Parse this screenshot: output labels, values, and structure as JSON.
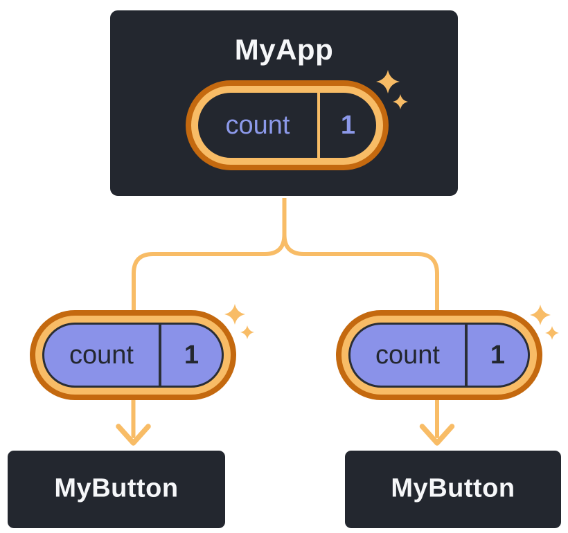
{
  "diagram": {
    "description": "React state tree: parent component holding state passed to two children",
    "root": {
      "title": "MyApp",
      "state": {
        "label": "count",
        "value": "1"
      }
    },
    "children": [
      {
        "title": "MyButton",
        "state": {
          "label": "count",
          "value": "1"
        }
      },
      {
        "title": "MyButton",
        "state": {
          "label": "count",
          "value": "1"
        }
      }
    ],
    "icons": [
      "sparkle-icon"
    ],
    "colors": {
      "node_background": "#23272f",
      "node_border": "#ffffff",
      "node_text": "#f6f7f9",
      "pill_fill_light": "#8a92e9",
      "pill_text_purple": "#8c99ea",
      "pill_text_dark": "#23272f",
      "ring_light_orange": "#f8bc66",
      "ring_dark_orange": "#c4690f",
      "connector": "#f8bc66",
      "page_background": "#ffffff"
    }
  }
}
